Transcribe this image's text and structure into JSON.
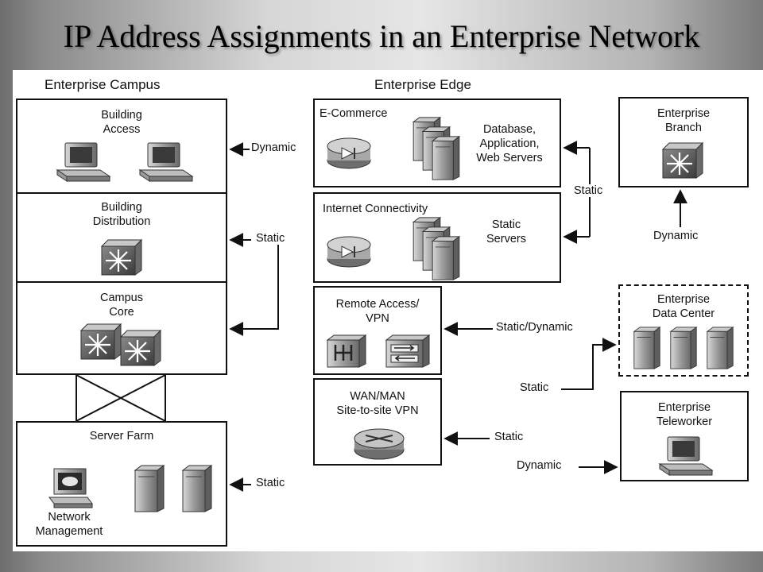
{
  "title": "IP Address Assignments in an Enterprise Network",
  "sections": {
    "campus": "Enterprise Campus",
    "edge": "Enterprise Edge"
  },
  "campus": {
    "building_access": "Building\nAccess",
    "building_distribution": "Building\nDistribution",
    "campus_core": "Campus\nCore",
    "server_farm": "Server Farm",
    "network_management": "Network\nManagement"
  },
  "edge": {
    "ecommerce": "E-Commerce",
    "ecommerce_servers": "Database,\nApplication,\nWeb Servers",
    "internet": "Internet Connectivity",
    "internet_servers": "Static\nServers",
    "remote_access": "Remote Access/\nVPN",
    "wan": "WAN/MAN\nSite-to-site VPN"
  },
  "remote": {
    "branch": "Enterprise\nBranch",
    "data_center": "Enterprise\nData Center",
    "teleworker": "Enterprise\nTeleworker"
  },
  "assignments": {
    "access": "Dynamic",
    "distribution": "Static",
    "server_farm": "Static",
    "edge_servers": "Static",
    "branch": "Dynamic",
    "remote_access": "Static/Dynamic",
    "data_center": "Static",
    "wan": "Static",
    "teleworker": "Dynamic"
  },
  "icons": [
    "pc-icon",
    "multilayer-switch-icon",
    "router-icon",
    "server-icon",
    "vpn-concentrator-icon",
    "firewall-icon",
    "network-management-icon"
  ]
}
